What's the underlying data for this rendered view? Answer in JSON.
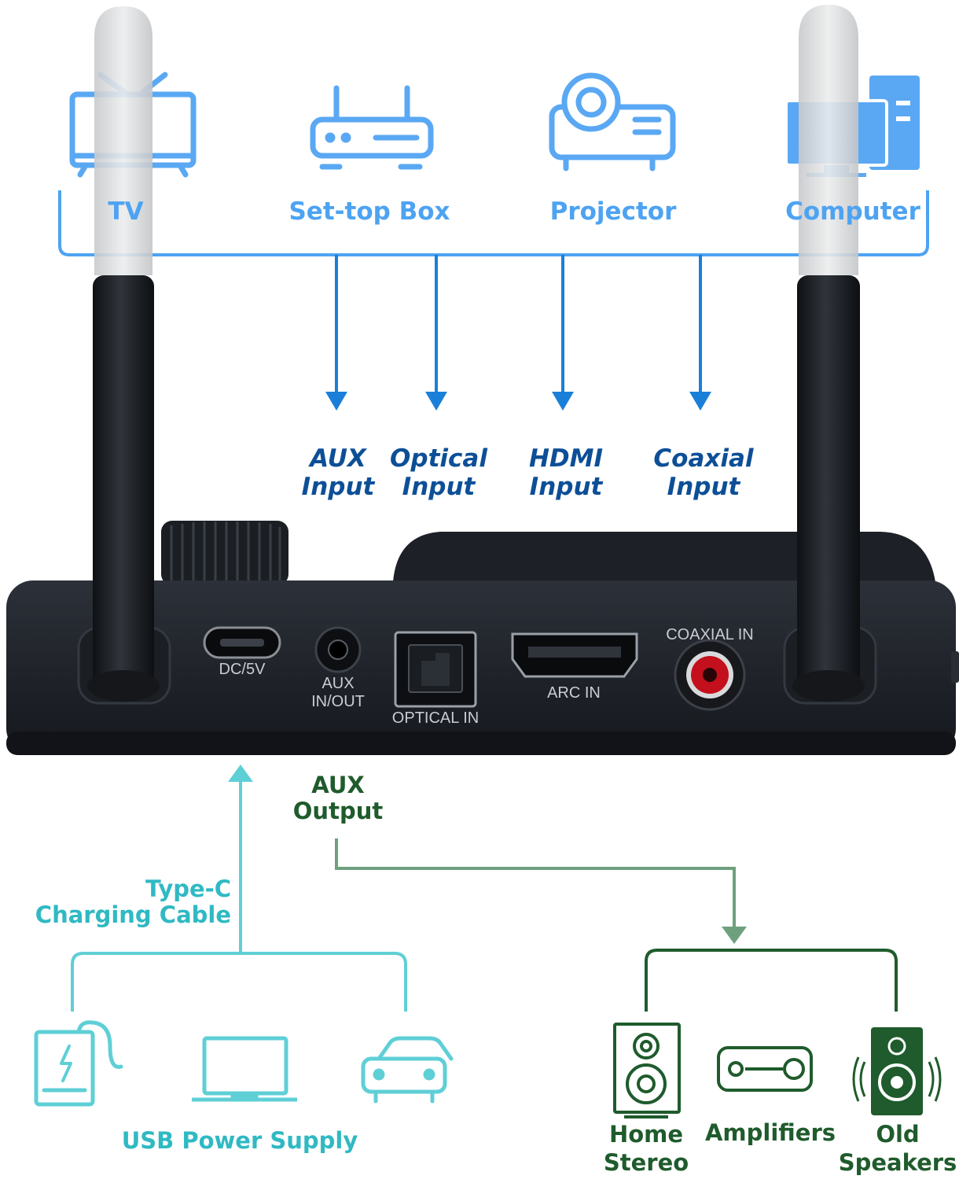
{
  "sources": {
    "tv": "TV",
    "settop": "Set-top Box",
    "projector": "Projector",
    "computer": "Computer"
  },
  "inputs": {
    "aux": [
      "AUX",
      "Input"
    ],
    "optical": [
      "Optical",
      "Input"
    ],
    "hdmi": [
      "HDMI",
      "Input"
    ],
    "coaxial": [
      "Coaxial",
      "Input"
    ]
  },
  "ports": {
    "dc": "DC/5V",
    "aux": [
      "AUX",
      "IN/OUT"
    ],
    "optical": "OPTICAL IN",
    "arc": "ARC IN",
    "coaxial": "COAXIAL IN"
  },
  "aux_output": [
    "AUX",
    "Output"
  ],
  "charging": [
    "Type-C",
    "Charging Cable"
  ],
  "power_supply": "USB Power Supply",
  "outputs": {
    "home_stereo": [
      "Home",
      "Stereo"
    ],
    "amplifiers": "Amplifiers",
    "old_speakers": [
      "Old",
      "Speakers"
    ]
  },
  "colors": {
    "source_blue": "#4da3f2",
    "input_navy": "#0d4f97",
    "output_green": "#1f5b2c",
    "output_line_green": "#6fa07e",
    "power_teal": "#2fb9c3",
    "device_body": "#22262d"
  }
}
